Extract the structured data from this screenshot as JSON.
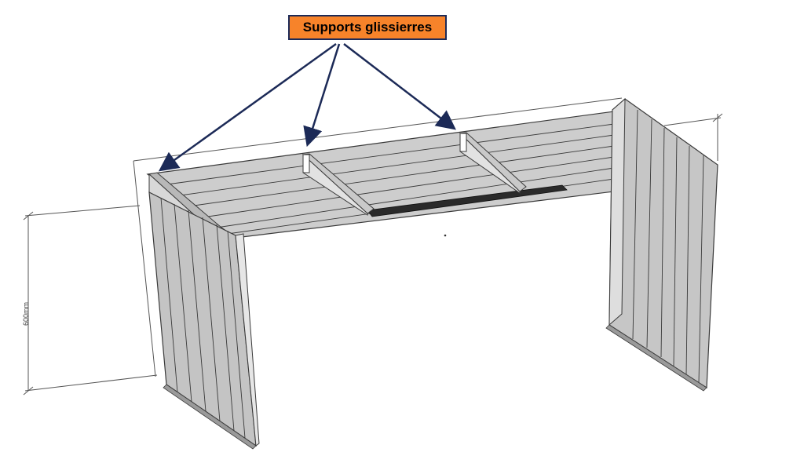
{
  "callout": {
    "label": "Supports glissierres",
    "fill_color": "#f7832a",
    "border_color": "#1c2a57"
  },
  "dimension": {
    "height_label": "600mm"
  },
  "colors": {
    "panel": "#c8c8c8",
    "panel_dark": "#a8a8a8",
    "edge": "#3a3a3a",
    "arrow": "#1c2a57",
    "slot": "#2a2a2a"
  },
  "icons": {
    "arrow": "arrowhead"
  }
}
